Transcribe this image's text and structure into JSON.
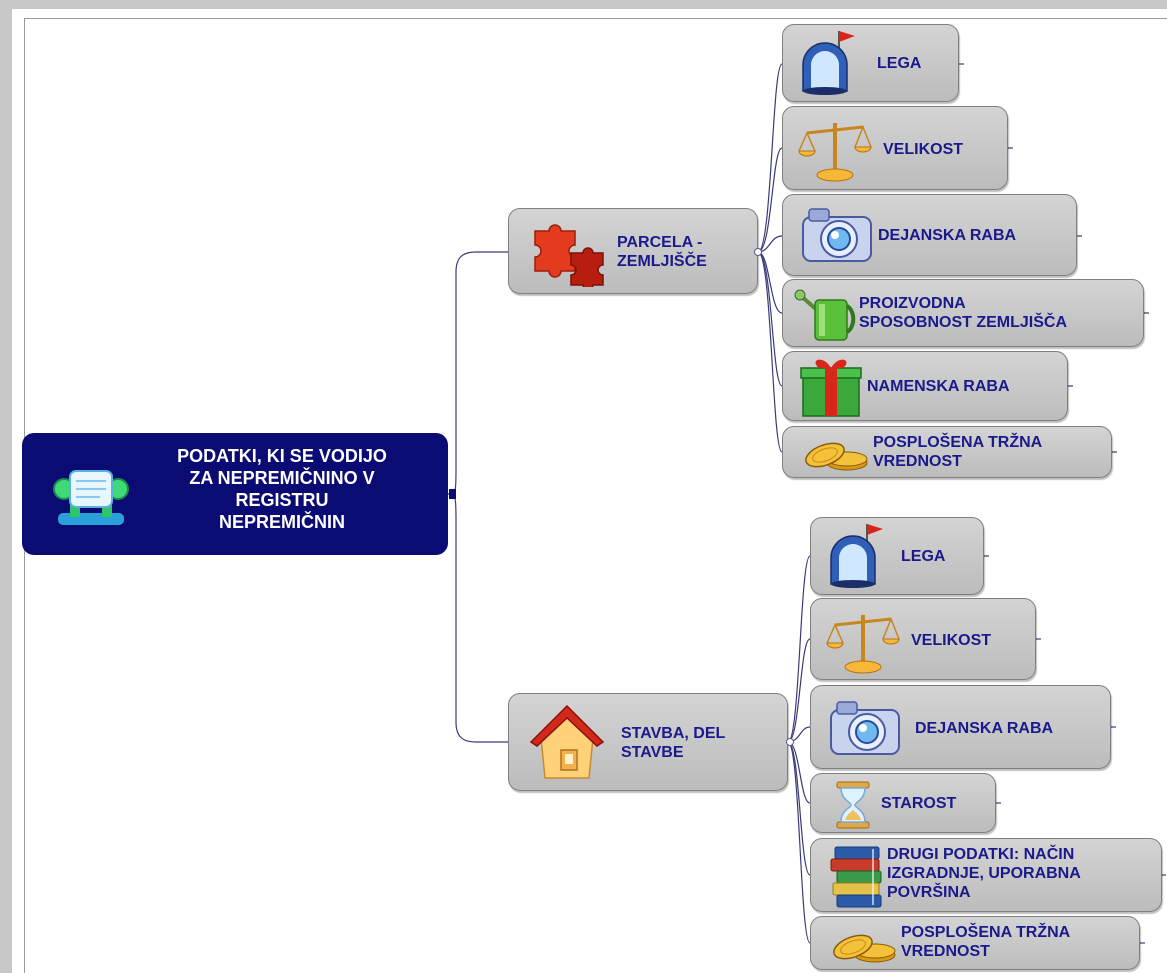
{
  "root": {
    "label": "PODATKI, KI SE VODIJO\nZA NEPREMIČNINO V\nREGISTRU\nNEPREMIČNIN",
    "icon": "rolodex-icon"
  },
  "parcela": {
    "label": "PARCELA -\nZEMLJIŠČE",
    "icon": "puzzle-icon",
    "children": [
      {
        "label": "LEGA",
        "icon": "mailbox-icon"
      },
      {
        "label": "VELIKOST",
        "icon": "scales-icon"
      },
      {
        "label": "DEJANSKA RABA",
        "icon": "camera-icon"
      },
      {
        "label": "PROIZVODNA\nSPOSOBNOST ZEMLJIŠČA",
        "icon": "watering-can-icon"
      },
      {
        "label": "NAMENSKA RABA",
        "icon": "gift-icon"
      },
      {
        "label": "POSPLOŠENA TRŽNA\nVREDNOST",
        "icon": "coins-icon"
      }
    ]
  },
  "stavba": {
    "label": "STAVBA, DEL\nSTAVBE",
    "icon": "house-icon",
    "children": [
      {
        "label": "LEGA",
        "icon": "mailbox-icon"
      },
      {
        "label": "VELIKOST",
        "icon": "scales-icon"
      },
      {
        "label": "DEJANSKA RABA",
        "icon": "camera-icon"
      },
      {
        "label": "STAROST",
        "icon": "hourglass-icon"
      },
      {
        "label": "DRUGI PODATKI: NAČIN\nIZGRADNJE, UPORABNA\nPOVRŠINA",
        "icon": "books-icon"
      },
      {
        "label": "POSPLOŠENA TRŽNA\nVREDNOST",
        "icon": "coins-icon"
      }
    ]
  },
  "colors": {
    "root_bg": "#0b0b74",
    "node_text": "#1a1a8c",
    "connector": "#3a3a7a"
  }
}
